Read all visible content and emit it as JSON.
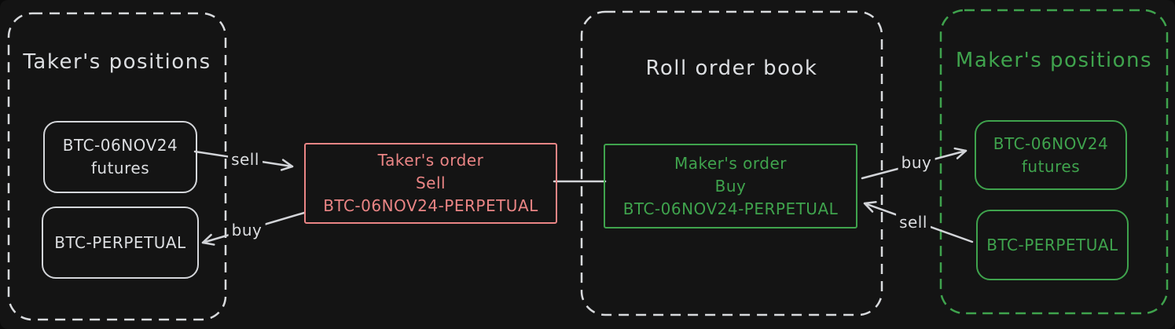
{
  "colors": {
    "background": "#141414",
    "neutral_stroke": "#d8dadd",
    "red_accent": "#ea8585",
    "green_accent": "#3fa34d"
  },
  "taker_positions": {
    "title": "Taker's positions",
    "futures_box": {
      "line1": "BTC-06NOV24",
      "line2": "futures"
    },
    "perpetual_box": {
      "line1": "BTC-PERPETUAL"
    }
  },
  "taker_order": {
    "line1": "Taker's order",
    "line2": "Sell",
    "line3": "BTC-06NOV24-PERPETUAL"
  },
  "roll_order_book": {
    "title": "Roll order book",
    "maker_order": {
      "line1": "Maker's order",
      "line2": "Buy",
      "line3": "BTC-06NOV24-PERPETUAL"
    }
  },
  "maker_positions": {
    "title": "Maker's positions",
    "futures_box": {
      "line1": "BTC-06NOV24",
      "line2": "futures"
    },
    "perpetual_box": {
      "line1": "BTC-PERPETUAL"
    }
  },
  "edge_labels": {
    "taker_sell": "sell",
    "taker_buy": "buy",
    "maker_buy": "buy",
    "maker_sell": "sell"
  }
}
